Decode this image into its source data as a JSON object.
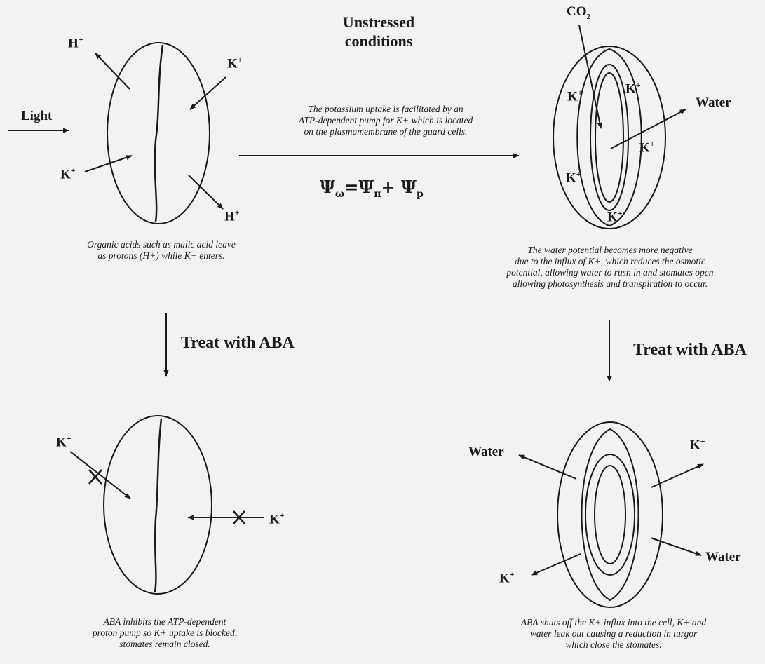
{
  "title": {
    "line1": "Unstressed",
    "line2": "conditions"
  },
  "top_left": {
    "light": "Light",
    "h_top": "H",
    "h_bottom": "H",
    "k_top": "K",
    "k_left": "K",
    "plus": "+",
    "caption_1": "Organic acids such as malic acid leave",
    "caption_2": "as protons (H+) while K+ enters."
  },
  "middle": {
    "arrow_text_1": "The potassium uptake is facilitated by an",
    "arrow_text_2": "ATP-dependent pump for K+ which is located",
    "arrow_text_3": "on the plasmamembrane of the guard cells.",
    "equation": {
      "psi": "Ψ",
      "sub_w": "ω",
      "eq": "=",
      "sub_pi": "π",
      "plus": "+",
      "sub_p": "p"
    }
  },
  "top_right": {
    "co2": "CO",
    "co2_sub": "2",
    "water": "Water",
    "k": "K",
    "plus": "+",
    "caption_1": "The water potential becomes more negative",
    "caption_2": "due to the influx of K+,  which reduces the osmotic",
    "caption_3": "potential, allowing water to rush in and stomates open",
    "caption_4": "allowing photosynthesis and transpiration to occur."
  },
  "treat_left": "Treat with ABA",
  "treat_right": "Treat with ABA",
  "bottom_left": {
    "k_left": "K",
    "k_right": "K",
    "plus": "+",
    "caption_1": "ABA inhibits the ATP-dependent",
    "caption_2": "proton pump so K+ uptake is blocked,",
    "caption_3": "stomates remain closed."
  },
  "bottom_right": {
    "water_left": "Water",
    "water_right": "Water",
    "k_top": "K",
    "k_bottom": "K",
    "plus": "+",
    "caption_1": "ABA shuts off the K+ influx  into the cell, K+ and",
    "caption_2": "water leak out causing a reduction in turgor",
    "caption_3": "which close the stomates."
  }
}
